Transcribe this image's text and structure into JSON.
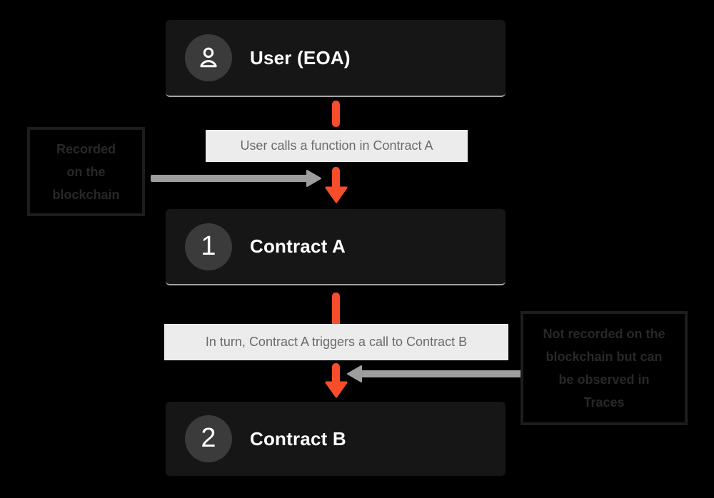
{
  "theme": {
    "page_bg": "#000000",
    "node_bg": "#161616",
    "node_circle_bg": "#3B3B3B",
    "node_text": "#FFFFFF",
    "node_underline": "#A6A6A6",
    "label_bg": "#ECECEC",
    "label_text": "#6B6B6B",
    "accent_orange": "#F84D2A",
    "arrow_gray": "#9E9E9E",
    "annotation_border": "#1D1D1D",
    "annotation_text": "#282828"
  },
  "diagram": {
    "nodes": [
      {
        "id": "user",
        "badge": "person-icon",
        "title": "User (EOA)"
      },
      {
        "id": "contract-a",
        "badge": "1",
        "title": "Contract A"
      },
      {
        "id": "contract-b",
        "badge": "2",
        "title": "Contract B"
      }
    ],
    "edge_labels": [
      {
        "text": "User calls a function in Contract A"
      },
      {
        "text": "In turn, Contract A triggers a call to Contract B"
      }
    ],
    "annotations": [
      {
        "side": "left",
        "lines": [
          "Recorded",
          "on the",
          "blockchain"
        ]
      },
      {
        "side": "right",
        "lines": [
          "Not recorded on the",
          "blockchain but can",
          "be observed in",
          "Traces"
        ]
      }
    ]
  }
}
